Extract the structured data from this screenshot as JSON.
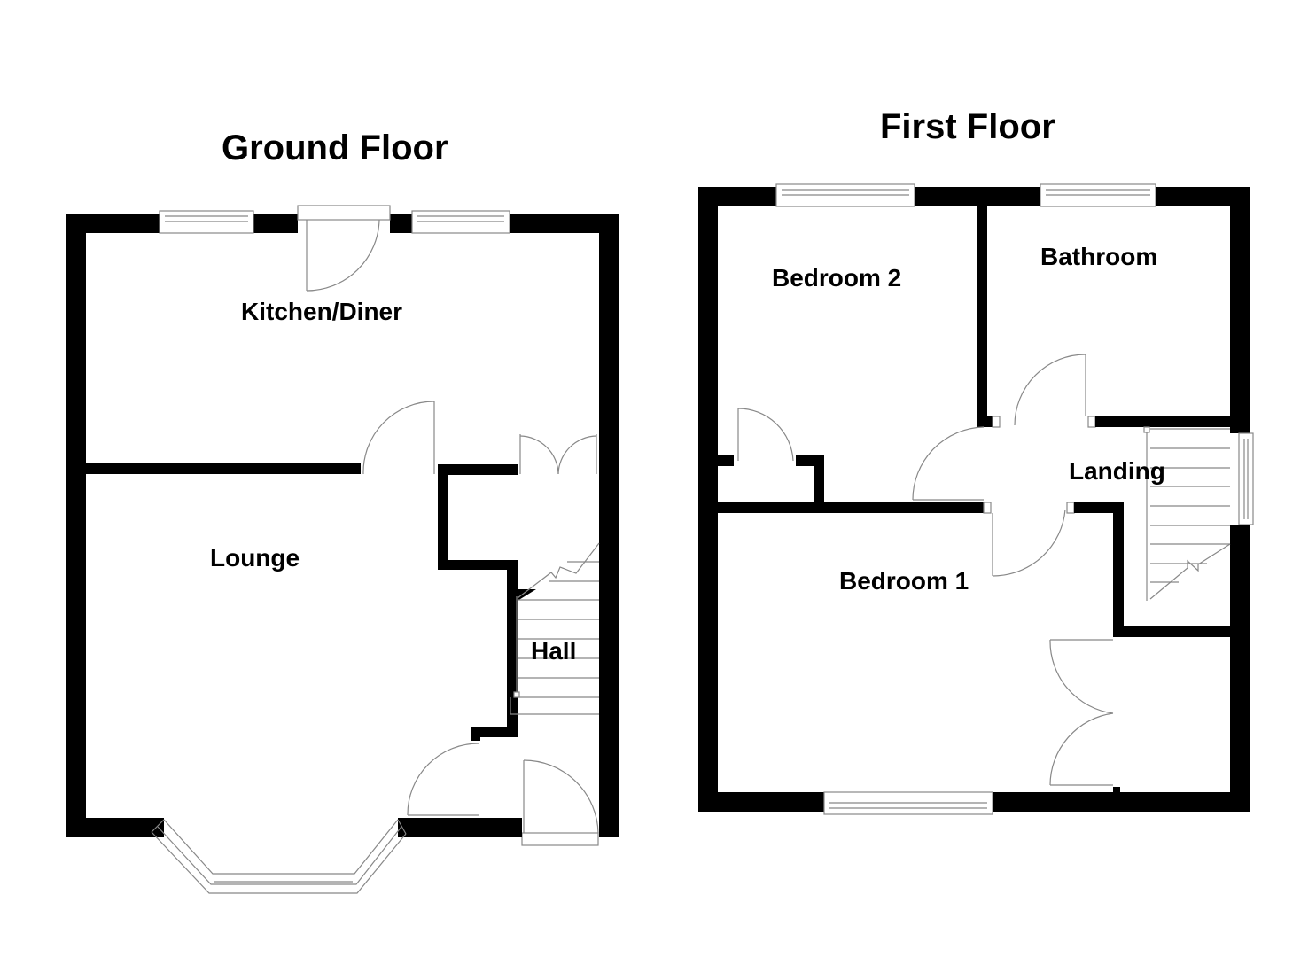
{
  "floors": [
    {
      "title": "Ground Floor",
      "rooms": [
        {
          "label": "Kitchen/Diner"
        },
        {
          "label": "Lounge"
        },
        {
          "label": "Hall"
        }
      ]
    },
    {
      "title": "First Floor",
      "rooms": [
        {
          "label": "Bedroom 2"
        },
        {
          "label": "Bathroom"
        },
        {
          "label": "Landing"
        },
        {
          "label": "Bedroom 1"
        }
      ]
    }
  ],
  "colors": {
    "wall": "#000000",
    "fixture_line": "#888888",
    "background": "#ffffff"
  }
}
